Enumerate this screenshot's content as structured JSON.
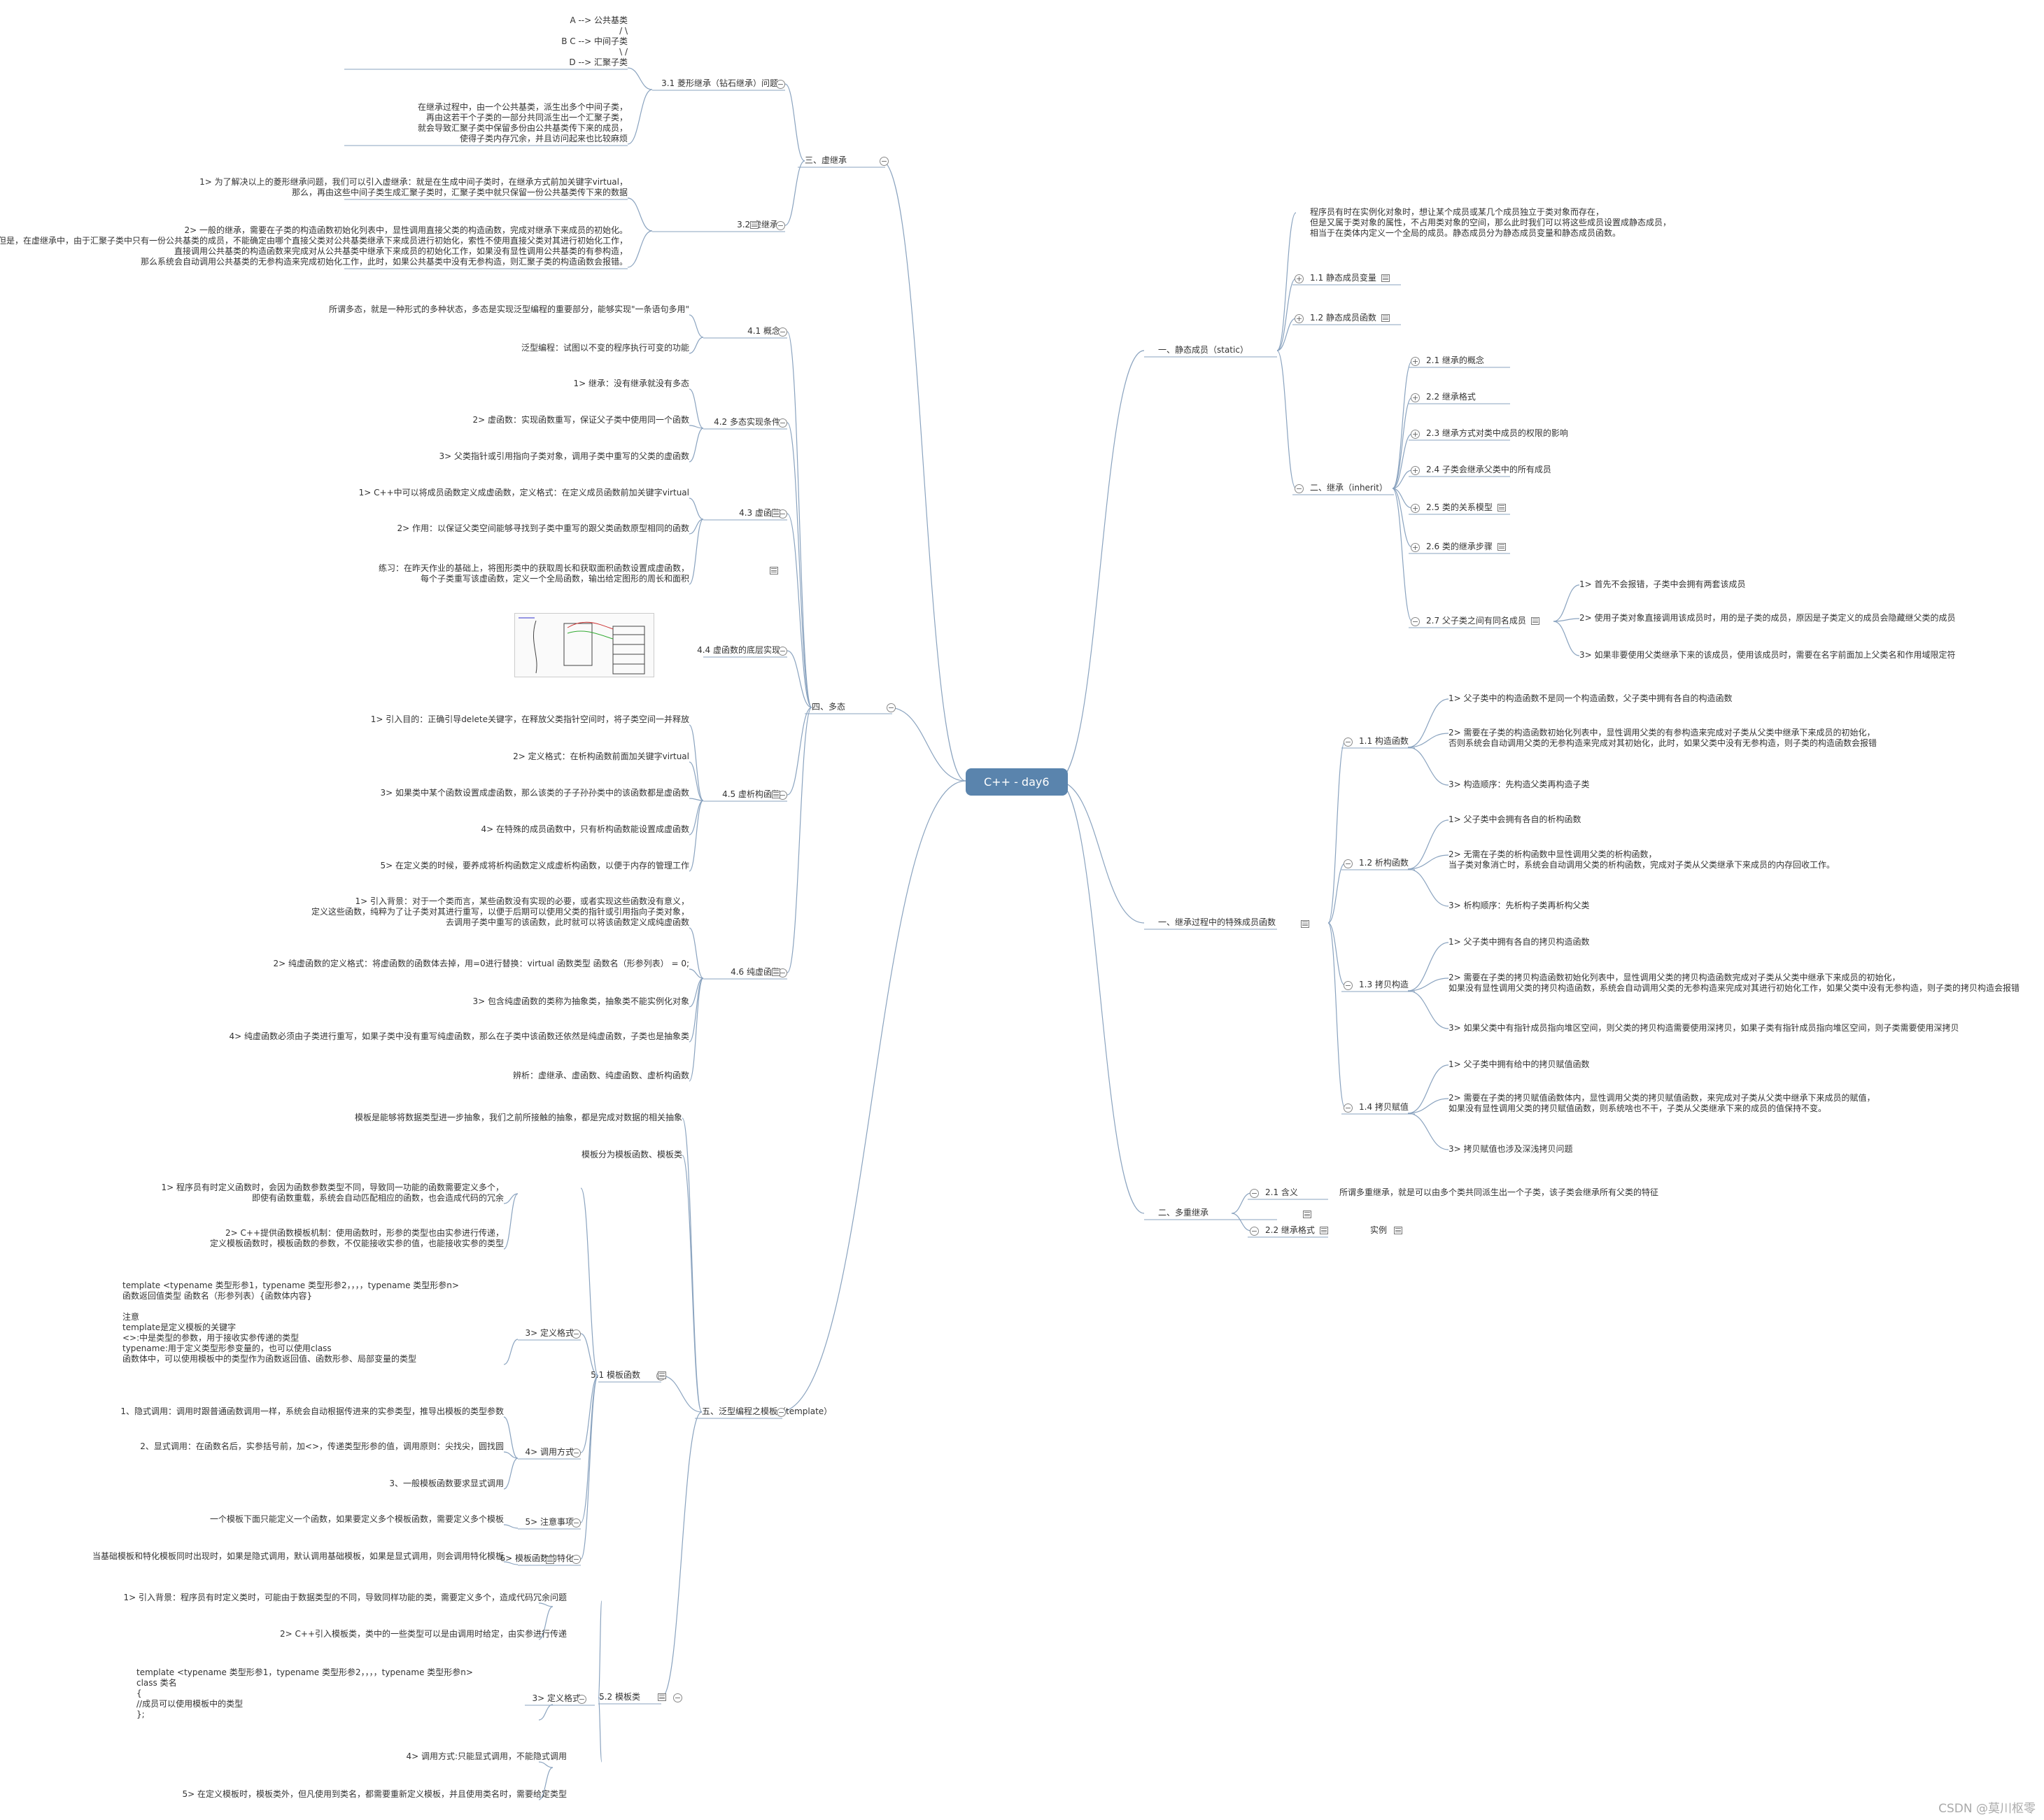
{
  "root_label": "C++ - day6",
  "watermark": "CSDN @莫川枢零",
  "colors": {
    "root": "#5a84ad",
    "edge": "#8aa3bf"
  },
  "left": [
    {
      "label": "三、虚继承",
      "children": [
        {
          "label": "3.1 菱形继承（钻石继承）问题",
          "notes": [
            "A --> 公共基类\n/ \\\nB C --> 中间子类\n\\ /\nD --> 汇聚子类",
            "在继承过程中，由一个公共基类，派生出多个中间子类，\n再由这若干个子类的一部分共同派生出一个汇聚子类，\n就会导致汇聚子类中保留多份由公共基类传下来的成员，\n使得子类内存冗余，并且访问起来也比较麻烦"
          ]
        },
        {
          "label": "3.2 虚继承",
          "notes": [
            "1> 为了解决以上的菱形继承问题，我们可以引入虚继承：就是在生成中间子类时，在继承方式前加关键字virtual，\n那么，再由这些中间子类生成汇聚子类时，汇聚子类中就只保留一份公共基类传下来的数据",
            "2> 一般的继承，需要在子类的构造函数初始化列表中，显性调用直接父类的构造函数，完成对继承下来成员的初始化。\n但是，在虚继承中，由于汇聚子类中只有一份公共基类的成员，不能确定由哪个直接父类对公共基类继承下来成员进行初始化，索性不使用直接父类对其进行初始化工作，\n直接调用公共基类的构造函数来完成对从公共基类中继承下来成员的初始化工作，如果没有显性调用公共基类的有参构造，\n那么系统会自动调用公共基类的无参构造来完成初始化工作，此时，如果公共基类中没有无参构造，则汇聚子类的构造函数会报错。"
          ]
        }
      ]
    },
    {
      "label": "四、多态",
      "children": [
        {
          "label": "4.1 概念",
          "notes": [
            "所谓多态，就是一种形式的多种状态，多态是实现泛型编程的重要部分，能够实现\"一条语句多用\"",
            "泛型编程：试图以不变的程序执行可变的功能"
          ]
        },
        {
          "label": "4.2 多态实现条件",
          "notes": [
            "1> 继承：没有继承就没有多态",
            "2> 虚函数：实现函数重写，保证父子类中使用同一个函数",
            "3> 父类指针或引用指向子类对象，调用子类中重写的父类的虚函数"
          ]
        },
        {
          "label": "4.3 虚函数",
          "notes": [
            "1> C++中可以将成员函数定义成虚函数，定义格式：在定义成员函数前加关键字virtual",
            "2> 作用：以保证父类空间能够寻找到子类中重写的跟父类函数原型相同的函数",
            "练习：在昨天作业的基础上，将图形类中的获取周长和获取面积函数设置成虚函数，\n每个子类重写该虚函数，定义一个全局函数，输出给定图形的周长和面积"
          ]
        },
        {
          "label": "4.4 虚函数的底层实现",
          "notes": [
            ""
          ]
        },
        {
          "label": "4.5 虚析构函数",
          "notes": [
            "1> 引入目的：正确引导delete关键字，在释放父类指针空间时，将子类空间一并释放",
            "2> 定义格式：在析构函数前面加关键字virtual",
            "3> 如果类中某个函数设置成虚函数，那么该类的子子孙孙类中的该函数都是虚函数",
            "4> 在特殊的成员函数中，只有析构函数能设置成虚函数",
            "5> 在定义类的时候，要养成将析构函数定义成虚析构函数，以便于内存的管理工作"
          ]
        },
        {
          "label": "4.6 纯虚函数",
          "notes": [
            "1> 引入背景：对于一个类而言，某些函数没有实现的必要，或者实现这些函数没有意义，\n定义这些函数，纯粹为了让子类对其进行重写，以便于后期可以使用父类的指针或引用指向子类对象，\n去调用子类中重写的该函数，此时就可以将该函数定义成纯虚函数",
            "2> 纯虚函数的定义格式：将虚函数的函数体去掉，用=0进行替换：virtual 函数类型 函数名（形参列表） = 0;",
            "3> 包含纯虚函数的类称为抽象类，抽象类不能实例化对象",
            "4> 纯虚函数必须由子类进行重写，如果子类中没有重写纯虚函数，那么在子类中该函数还依然是纯虚函数，子类也是抽象类",
            "辨析：虚继承、虚函数、纯虚函数、虚析构函数"
          ]
        }
      ]
    },
    {
      "label": "五、泛型编程之模板（template）",
      "children": [
        {
          "label": "模板是能够将数据类型进一步抽象，我们之前所接触的抽象，都是完成对数据的相关抽象",
          "notes": []
        },
        {
          "label": "模板分为模板函数、模板类",
          "notes": []
        },
        {
          "label": "5.1 模板函数",
          "notes": []
        },
        {
          "label": "5.2 模板类",
          "notes": []
        }
      ]
    }
  ],
  "t51": [
    {
      "label": "",
      "notes": [
        "1> 程序员有时定义函数时，会因为函数参数类型不同，导致同一功能的函数需要定义多个，\n即使有函数重载，系统会自动匹配相应的函数，也会造成代码的冗余",
        "2> C++提供函数模板机制：使用函数时，形参的类型也由实参进行传递，\n定义模板函数时，模板函数的参数，不仅能接收实参的值，也能接收实参的类型"
      ]
    },
    {
      "label": "3> 定义格式",
      "notes": [
        "template <typename 类型形参1，typename 类型形参2，，，，typename 类型形参n>\n函数返回值类型 函数名（形参列表）{函数体内容}\n\n注意\ntemplate是定义模板的关键字\n<>:中是类型的参数，用于接收实参传递的类型\ntypename:用于定义类型形参变量的，也可以使用class\n函数体中，可以使用模板中的类型作为函数返回值、函数形参、局部变量的类型"
      ]
    },
    {
      "label": "4> 调用方式",
      "notes": [
        "1、隐式调用：调用时跟普通函数调用一样，系统会自动根据传进来的实参类型，推导出模板的类型参数",
        "2、显式调用：在函数名后，实参括号前，加<>，传递类型形参的值，调用原则：尖找尖，圆找圆",
        "3、一般模板函数要求显式调用"
      ]
    },
    {
      "label": "5> 注意事项",
      "notes": [
        "一个模板下面只能定义一个函数，如果要定义多个模板函数，需要定义多个模板"
      ]
    },
    {
      "label": "6> 模板函数的特化",
      "notes": [
        "当基础模板和特化模板同时出现时，如果是隐式调用，默认调用基础模板，如果是显式调用，则会调用特化模板"
      ]
    }
  ],
  "t52": [
    {
      "label": "",
      "notes": [
        "1> 引入背景：程序员有时定义类时，可能由于数据类型的不同，导致同样功能的类，需要定义多个，造成代码冗余问题",
        "2> C++引入模板类，类中的一些类型可以是由调用时给定，由实参进行传递"
      ]
    },
    {
      "label": "3> 定义格式",
      "notes": [
        "template <typename 类型形参1，typename 类型形参2，，，，typename 类型形参n>\nclass 类名\n{\n//成员可以使用模板中的类型\n};"
      ]
    },
    {
      "label": "",
      "notes": [
        "4> 调用方式:只能显式调用，不能隐式调用",
        "5> 在定义模板时，模板类外，但凡使用到类名，都需要重新定义模板，并且使用类名时，需要给定类型"
      ]
    }
  ],
  "right": [
    {
      "label": "一、静态成员（static）",
      "children": [
        {
          "label": "",
          "notes": [
            "程序员有时在实例化对象时，想让某个成员或某几个成员独立于类对象而存在，\n但是又属于类对象的属性，不占用类对象的空间，那么此时我们可以将这些成员设置成静态成员，\n相当于在类体内定义一个全局的成员。静态成员分为静态成员变量和静态成员函数。"
          ]
        },
        {
          "label": "1.1 静态成员变量",
          "notes": []
        },
        {
          "label": "1.2 静态成员函数",
          "notes": []
        },
        {
          "label": "二、继承（inherit）",
          "notes": [],
          "sub": [
            {
              "label": "2.1 继承的概念",
              "notes": []
            },
            {
              "label": "2.2 继承格式",
              "notes": []
            },
            {
              "label": "2.3 继承方式对类中成员的权限的影响",
              "notes": []
            },
            {
              "label": "2.4 子类会继承父类中的所有成员",
              "notes": []
            },
            {
              "label": "2.5 类的关系模型",
              "notes": []
            },
            {
              "label": "2.6 类的继承步骤",
              "notes": []
            },
            {
              "label": "2.7 父子类之间有同名成员",
              "notes": [
                "1> 首先不会报错，子类中会拥有两套该成员",
                "2> 使用子类对象直接调用该成员时，用的是子类的成员，原因是子类定义的成员会隐藏继父类的成员",
                "3> 如果非要使用父类继承下来的该成员，使用该成员时，需要在名字前面加上父类名和作用域限定符"
              ]
            }
          ]
        }
      ]
    },
    {
      "label": "一、继承过程中的特殊成员函数",
      "children": [
        {
          "label": "1.1 构造函数",
          "notes": [
            "1> 父子类中的构造函数不是同一个构造函数，父子类中拥有各自的构造函数",
            "2> 需要在子类的构造函数初始化列表中，显性调用父类的有参构造来完成对子类从父类中继承下来成员的初始化，\n否则系统会自动调用父类的无参构造来完成对其初始化，此时，如果父类中没有无参构造，则子类的构造函数会报错",
            "3> 构造顺序：先构造父类再构造子类"
          ]
        },
        {
          "label": "1.2 析构函数",
          "notes": [
            "1> 父子类中会拥有各自的析构函数",
            "2> 无需在子类的析构函数中显性调用父类的析构函数，\n当子类对象消亡时，系统会自动调用父类的析构函数，完成对子类从父类继承下来成员的内存回收工作。",
            "3> 析构顺序：先析构子类再析构父类"
          ]
        },
        {
          "label": "1.3 拷贝构造",
          "notes": [
            "1> 父子类中拥有各自的拷贝构造函数",
            "2> 需要在子类的拷贝构造函数初始化列表中，显性调用父类的拷贝构造函数完成对子类从父类中继承下来成员的初始化，\n如果没有显性调用父类的拷贝构造函数，系统会自动调用父类的无参构造来完成对其进行初始化工作，如果父类中没有无参构造，则子类的拷贝构造会报错",
            "3> 如果父类中有指针成员指向堆区空间，则父类的拷贝构造需要使用深拷贝，如果子类有指针成员指向堆区空间，则子类需要使用深拷贝"
          ]
        },
        {
          "label": "1.4 拷贝赋值",
          "notes": [
            "1> 父子类中拥有给中的拷贝赋值函数",
            "2> 需要在子类的拷贝赋值函数体内，显性调用父类的拷贝赋值函数，来完成对子类从父类中继承下来成员的赋值，\n如果没有显性调用父类的拷贝赋值函数，则系统啥也不干，子类从父类继承下来的成员的值保持不变。",
            "3> 拷贝赋值也涉及深浅拷贝问题"
          ]
        }
      ]
    },
    {
      "label": "二、多重继承",
      "children": [
        {
          "label": "2.1 含义",
          "notes": [
            "所谓多重继承，就是可以由多个类共同派生出一个子类，该子类会继承所有父类的特征"
          ]
        },
        {
          "label": "2.2 继承格式",
          "notes": [
            "实例"
          ]
        }
      ]
    }
  ]
}
